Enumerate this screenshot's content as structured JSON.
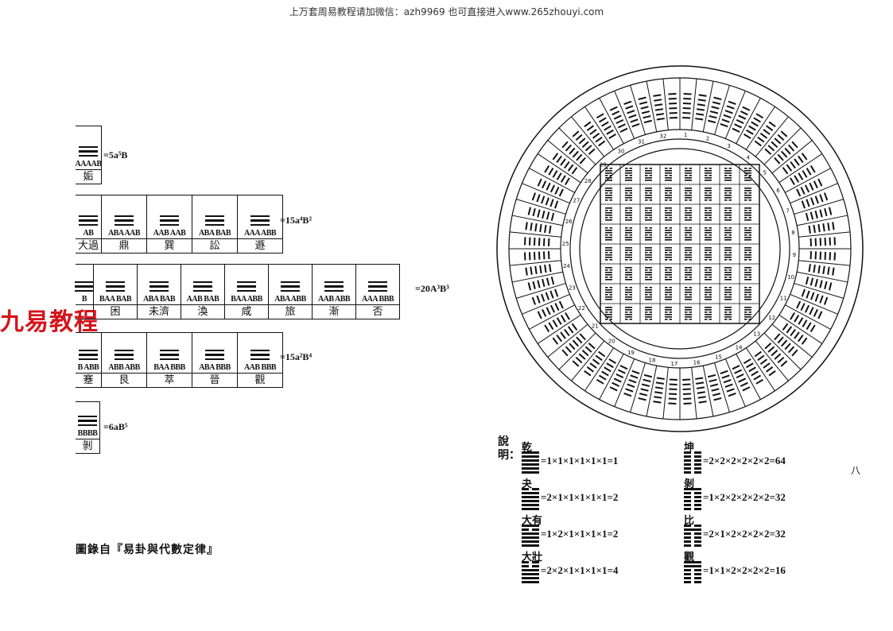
{
  "banner": "上万套周易教程请加微信：azh9969   也可直接进入www.265zhouyi.com",
  "logo": "九易教程",
  "table": {
    "rows": [
      {
        "cells": [
          {
            "code": "AAAAB",
            "name": "姤"
          }
        ],
        "equation": "=5a⁵B"
      },
      {
        "cells": [
          {
            "code": "AB",
            "name": "大過"
          },
          {
            "code": "ABA AAB",
            "name": "鼎"
          },
          {
            "code": "AAB AAB",
            "name": "巽"
          },
          {
            "code": "ABA BAB",
            "name": "訟"
          },
          {
            "code": "AAA ABB",
            "name": "遯"
          }
        ],
        "equation": "=15a⁴B²"
      },
      {
        "cells": [
          {
            "code": "B",
            "name": ""
          },
          {
            "code": "BAA BAB",
            "name": "困"
          },
          {
            "code": "ABA BAB",
            "name": "未濟"
          },
          {
            "code": "AAB BAB",
            "name": "渙"
          },
          {
            "code": "BAA ABB",
            "name": "咸"
          },
          {
            "code": "ABA ABB",
            "name": "旅"
          },
          {
            "code": "AAB ABB",
            "name": "漸"
          },
          {
            "code": "AAA BBB",
            "name": "否"
          }
        ],
        "equation": "=20A³B³"
      },
      {
        "cells": [
          {
            "code": "B ABB",
            "name": "蹇"
          },
          {
            "code": "ABB ABB",
            "name": "艮"
          },
          {
            "code": "BAA BBB",
            "name": "萃"
          },
          {
            "code": "ABA BBB",
            "name": "晉"
          },
          {
            "code": "AAB BBB",
            "name": "觀"
          }
        ],
        "equation": "=15a²B⁴"
      },
      {
        "cells": [
          {
            "code": "BBBB",
            "name": "剝"
          }
        ],
        "equation": "=6aB⁵"
      }
    ]
  },
  "caption": "圖錄自『易卦與代數定律』",
  "notes": {
    "label": "說明：",
    "items": [
      {
        "name": "乾",
        "lines": [
          1,
          1,
          1,
          1,
          1,
          1
        ],
        "formula": "=1×1×1×1×1×1=1"
      },
      {
        "name": "夬",
        "lines": [
          0,
          1,
          1,
          1,
          1,
          1
        ],
        "formula": "=2×1×1×1×1×1=2"
      },
      {
        "name": "大有",
        "lines": [
          1,
          0,
          1,
          1,
          1,
          1
        ],
        "formula": "=1×2×1×1×1×1=2"
      },
      {
        "name": "大壯",
        "lines": [
          0,
          0,
          1,
          1,
          1,
          1
        ],
        "formula": "=2×2×1×1×1×1=4"
      },
      {
        "name": "坤",
        "lines": [
          0,
          0,
          0,
          0,
          0,
          0
        ],
        "formula": "=2×2×2×2×2×2=64"
      },
      {
        "name": "剝",
        "lines": [
          1,
          0,
          0,
          0,
          0,
          0
        ],
        "formula": "=1×2×2×2×2×2=32"
      },
      {
        "name": "比",
        "lines": [
          0,
          1,
          0,
          0,
          0,
          0
        ],
        "formula": "=2×1×2×2×2×2=32"
      },
      {
        "name": "觀",
        "lines": [
          1,
          1,
          0,
          0,
          0,
          0
        ],
        "formula": "=1×1×2×2×2×2=16"
      }
    ]
  },
  "page_number": "八",
  "diagram": {
    "ring_labels": [
      "1",
      "2",
      "3",
      "4",
      "5",
      "6",
      "7",
      "8",
      "9",
      "10",
      "11",
      "12",
      "13",
      "14",
      "15",
      "16",
      "17",
      "18",
      "19",
      "20",
      "21",
      "22",
      "23",
      "24",
      "25",
      "26",
      "27",
      "28",
      "29",
      "30",
      "31",
      "32"
    ],
    "grid_size": 8,
    "inner_marks": [
      "乾",
      "坤"
    ]
  }
}
